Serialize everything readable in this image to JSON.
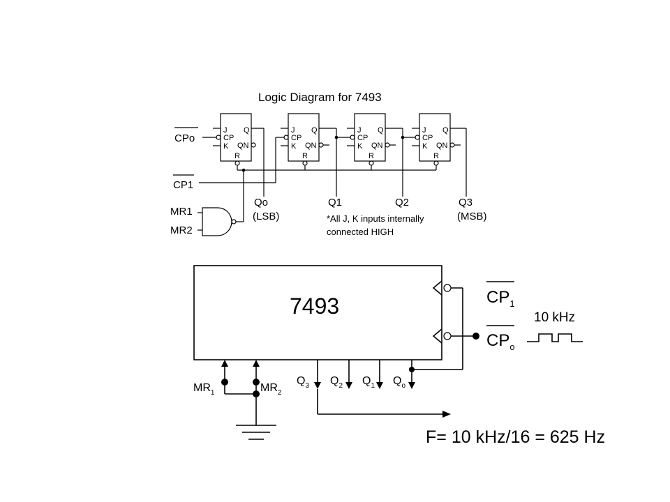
{
  "top": {
    "title": "Logic Diagram for 7493",
    "cp0": "CPo",
    "cp1": "CP1",
    "mr1": "MR1",
    "mr2": "MR2",
    "ff": {
      "j": "J",
      "cp": "CP",
      "k": "K",
      "q": "Q",
      "qn": "QN",
      "r": "R"
    },
    "q0": "Qo",
    "lsb": "(LSB)",
    "q1": "Q1",
    "q2": "Q2",
    "q3": "Q3",
    "msb": "(MSB)",
    "note1": "*All J, K inputs internally",
    "note2": "connected HIGH"
  },
  "bottom": {
    "chip": "7493",
    "cp_main": "CP",
    "cp1_sub": "1",
    "cp0_sub": "o",
    "freq": "10 kHz",
    "mr_main": "MR",
    "mr1_sub": "1",
    "mr2_sub": "2",
    "q_main": "Q",
    "q3_sub": "3",
    "q2_sub": "2",
    "q1_sub": "1",
    "q0_sub": "o",
    "formula": "F= 10 kHz/16 = 625 Hz"
  }
}
